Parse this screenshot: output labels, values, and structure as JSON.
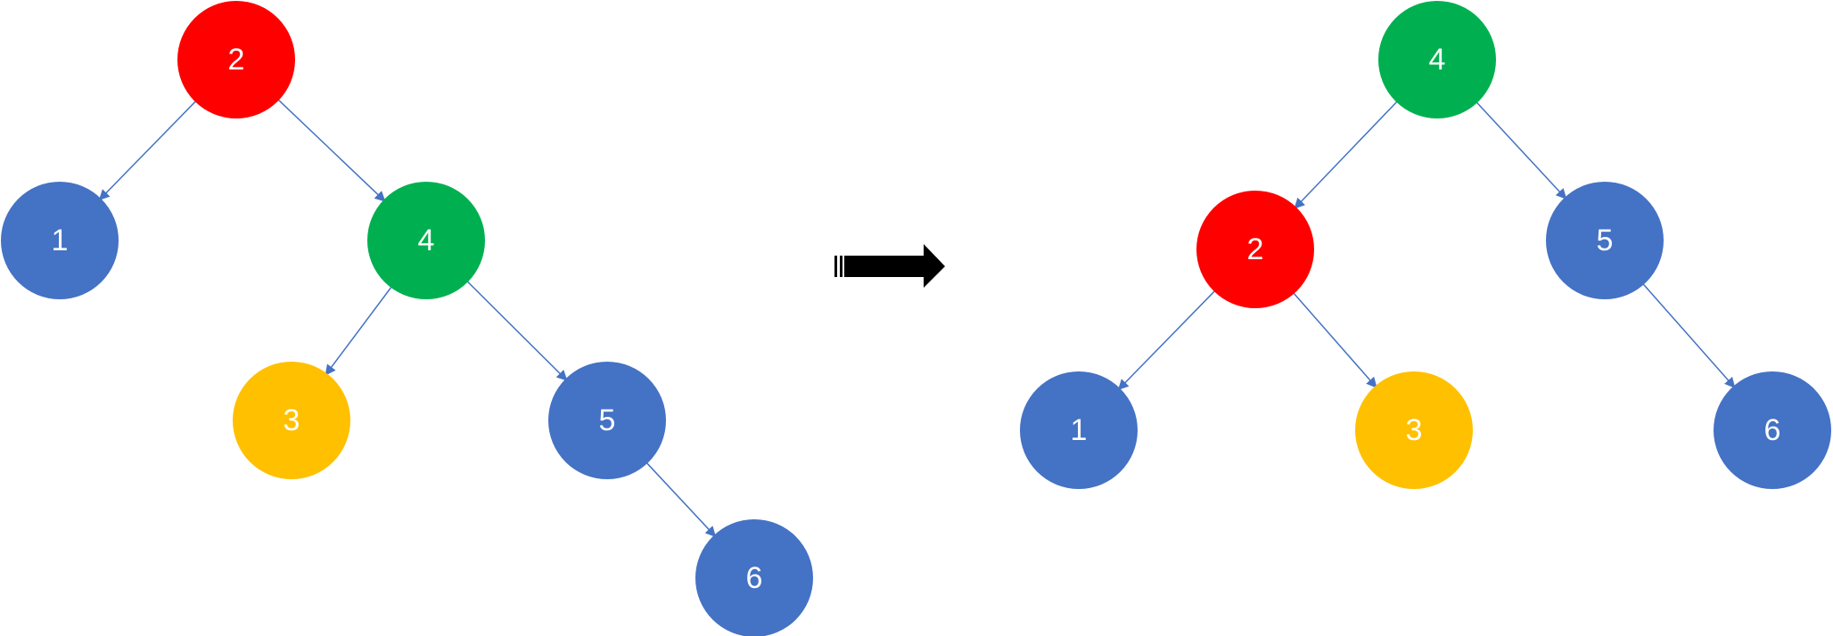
{
  "colors": {
    "red": "#ff0000",
    "green": "#00b050",
    "yellow": "#ffc000",
    "blue": "#4472c4",
    "edge": "#4472c4",
    "arrow": "#000000"
  },
  "before_tree": {
    "nodes": [
      {
        "id": "n2",
        "label": "2",
        "color": "red"
      },
      {
        "id": "n1",
        "label": "1",
        "color": "blue"
      },
      {
        "id": "n4",
        "label": "4",
        "color": "green"
      },
      {
        "id": "n3",
        "label": "3",
        "color": "yellow"
      },
      {
        "id": "n5",
        "label": "5",
        "color": "blue"
      },
      {
        "id": "n6",
        "label": "6",
        "color": "blue"
      }
    ],
    "edges": [
      {
        "from": "n2",
        "to": "n1"
      },
      {
        "from": "n2",
        "to": "n4"
      },
      {
        "from": "n4",
        "to": "n3"
      },
      {
        "from": "n4",
        "to": "n5"
      },
      {
        "from": "n5",
        "to": "n6"
      }
    ]
  },
  "after_tree": {
    "nodes": [
      {
        "id": "n4",
        "label": "4",
        "color": "green"
      },
      {
        "id": "n2",
        "label": "2",
        "color": "red"
      },
      {
        "id": "n5",
        "label": "5",
        "color": "blue"
      },
      {
        "id": "n1",
        "label": "1",
        "color": "blue"
      },
      {
        "id": "n3",
        "label": "3",
        "color": "yellow"
      },
      {
        "id": "n6",
        "label": "6",
        "color": "blue"
      }
    ],
    "edges": [
      {
        "from": "n4",
        "to": "n2"
      },
      {
        "from": "n4",
        "to": "n5"
      },
      {
        "from": "n2",
        "to": "n1"
      },
      {
        "from": "n2",
        "to": "n3"
      },
      {
        "from": "n5",
        "to": "n6"
      }
    ]
  },
  "transition_arrow": {
    "icon": "right-arrow-icon"
  }
}
